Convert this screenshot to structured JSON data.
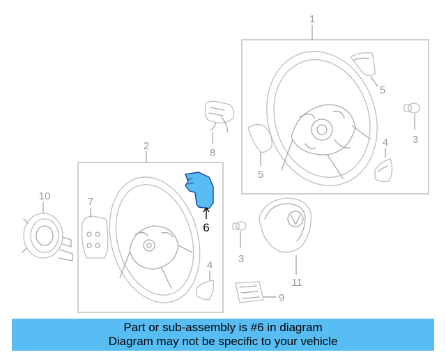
{
  "diagram": {
    "highlight_color": "#58bdf3",
    "highlighted_part": "6",
    "labels": {
      "p1": "1",
      "p2": "2",
      "p3a": "3",
      "p3b": "3",
      "p4a": "4",
      "p4b": "4",
      "p5a": "5",
      "p5b": "5",
      "p6": "6",
      "p7": "7",
      "p8": "8",
      "p9": "9",
      "p10": "10",
      "p11": "11"
    }
  },
  "banner": {
    "line1": "Part or sub-assembly is #6 in diagram",
    "line2": "Diagram may not be specific to your vehicle",
    "color": "#58bdf3"
  }
}
